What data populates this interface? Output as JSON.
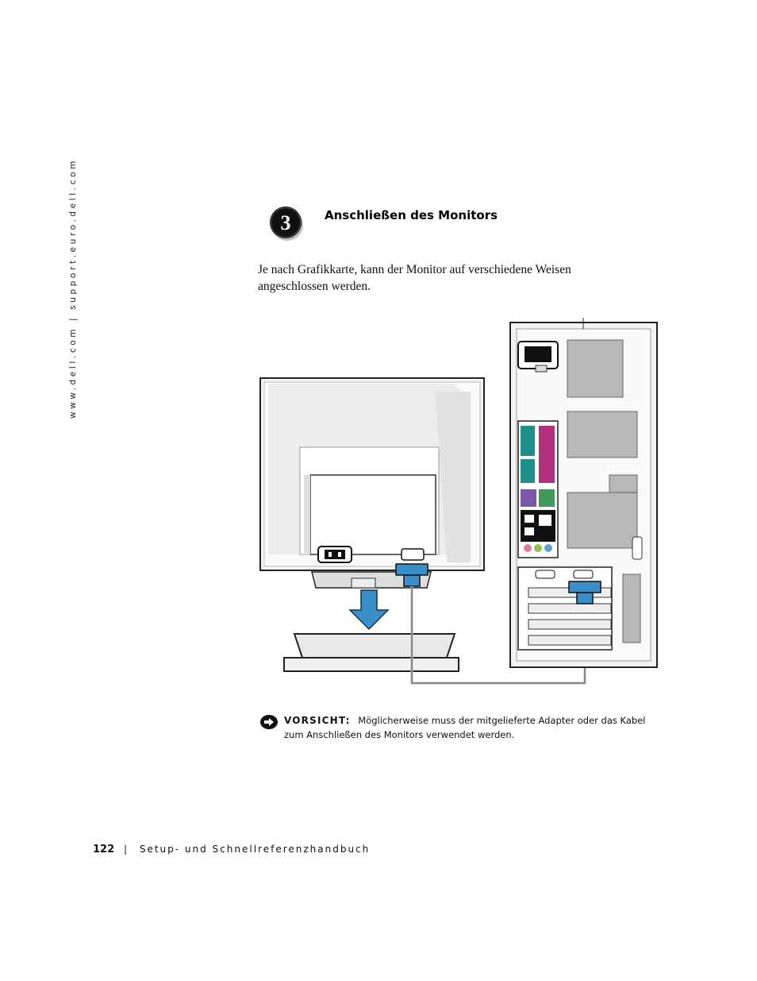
{
  "sidebar": {
    "url_text": "www.dell.com | support.euro.dell.com"
  },
  "section": {
    "step_number": "3",
    "title": "Anschließen des Monitors",
    "body": "Je nach Grafikkarte, kann der Monitor auf verschiedene Weisen angeschlossen werden."
  },
  "caution": {
    "label": "VORSICHT:",
    "text": "Möglicherweise muss der mitgelieferte Adapter oder das Kabel zum Anschließen des Monitors verwendet werden."
  },
  "footer": {
    "page_number": "122",
    "separator": "|",
    "document_title": "Setup- und Schnellreferenzhandbuch"
  },
  "colors": {
    "connector_blue": "#3b8fc9",
    "serial_teal": "#1f8f8a",
    "parallel_magenta": "#b0307a",
    "ps2_purple": "#7a5aa8",
    "ps2_green": "#3f9a5a",
    "audio_pink": "#e07aa0",
    "audio_lime": "#8cc63f",
    "audio_blue": "#5aa0d8"
  }
}
